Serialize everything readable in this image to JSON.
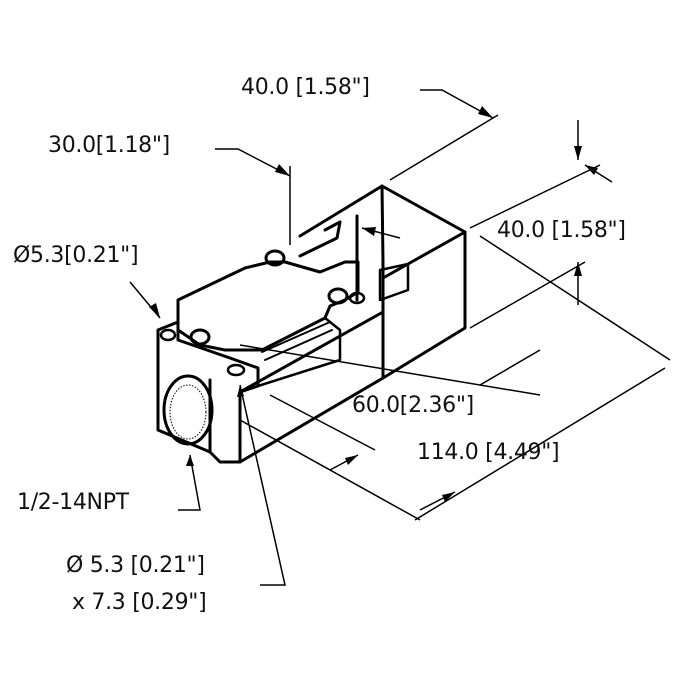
{
  "drawing": {
    "title": "Sensor dimensional drawing",
    "dimensions": {
      "top_width": "40.0 [1.58\"]",
      "switch_offset": "30.0[1.18\"]",
      "mount_hole_top": "Ø5.3[0.21\"]",
      "face_height": "40.0 [1.58\"]",
      "head_length": "60.0[2.36\"]",
      "total_length": "114.0 [4.49\"]",
      "conduit_thread": "1/2-14NPT",
      "slot_hole_line1": "Ø 5.3 [0.21\"]",
      "slot_hole_line2": "x 7.3 [0.29\"]"
    },
    "colors": {
      "line": "#000000",
      "background": "#ffffff"
    }
  }
}
